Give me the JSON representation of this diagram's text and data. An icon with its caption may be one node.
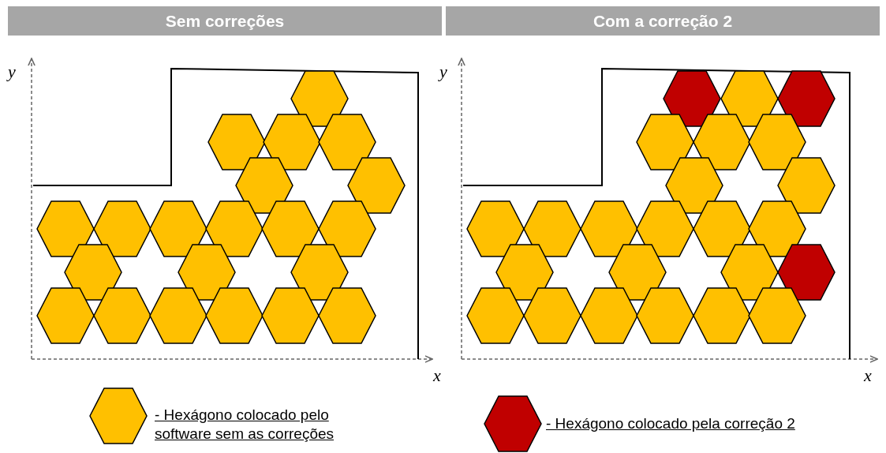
{
  "diagram": {
    "labels": [
      "Sem correções",
      "Com a correção 2",
      "y",
      "y",
      "x",
      "x"
    ],
    "legend": [
      {
        "text": "- Hexágono colocado pelo software sem as correções",
        "color": "#ffc000"
      },
      {
        "text": "- Hexágono colocado pela correção 2",
        "color": "#c00000"
      }
    ]
  }
}
